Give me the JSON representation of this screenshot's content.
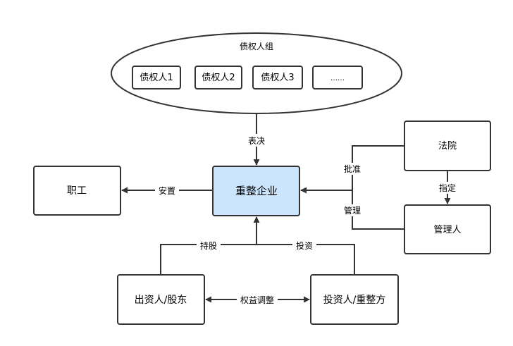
{
  "diagram": {
    "creditor_group": {
      "title": "债权人组",
      "members": [
        "债权人1",
        "债权人2",
        "债权人3",
        "……"
      ]
    },
    "nodes": {
      "reorg_company": "重整企业",
      "employees": "职工",
      "court": "法院",
      "administrator": "管理人",
      "shareholders": "出资人/股东",
      "investor": "投资人/重整方"
    },
    "edge_labels": {
      "vote": "表决",
      "resettle": "安置",
      "approve": "批准",
      "manage": "管理",
      "appoint": "指定",
      "holding": "持股",
      "investment": "投资",
      "rights_adjust": "权益调整"
    },
    "colors": {
      "line": "#333333",
      "node_fill": "#ffffff",
      "highlight_fill": "#cce5ff"
    }
  }
}
